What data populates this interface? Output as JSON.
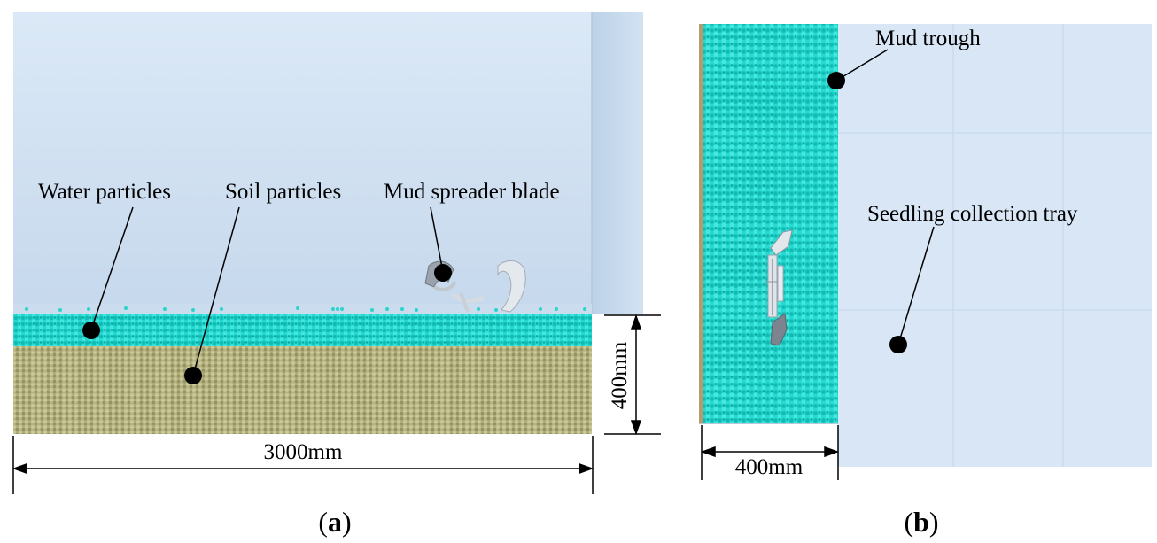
{
  "panel_a": {
    "labels": {
      "water": "Water particles",
      "soil": "Soil particles",
      "blade": "Mud spreader blade"
    },
    "dim_width": "3000mm",
    "dim_height": "400mm",
    "caption_open": "(",
    "caption_letter": "a",
    "caption_close": ")"
  },
  "panel_b": {
    "labels": {
      "trough": "Mud trough",
      "tray": "Seedling collection tray"
    },
    "dim_width": "400mm",
    "caption_open": "(",
    "caption_letter": "b",
    "caption_close": ")"
  },
  "colors": {
    "tank_top": "#d9e7f5",
    "tank_bottom": "#c3d6ea",
    "water": "#1fd9d0",
    "water_dark": "#12b8b0",
    "soil": "#b9b786",
    "soil_dark": "#8f8c62",
    "tray": "#d6e5f6",
    "marker": "#000000"
  }
}
